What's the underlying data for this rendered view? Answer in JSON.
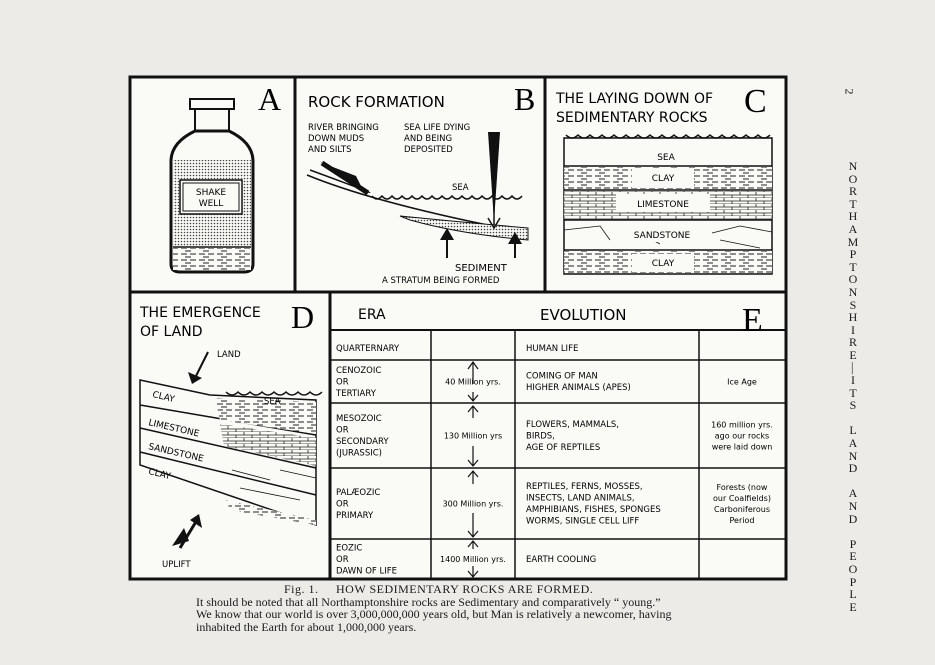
{
  "panels": {
    "a": {
      "letter": "A",
      "label_line1": "SHAKE",
      "label_line2": "WELL"
    },
    "b": {
      "letter": "B",
      "title": "ROCK FORMATION",
      "river_1": "RIVER BRINGING",
      "river_2": "DOWN MUDS",
      "river_3": "AND SILTS",
      "sealife_1": "SEA LIFE DYING",
      "sealife_2": "AND BEING",
      "sealife_3": "DEPOSITED",
      "sea": "SEA",
      "sediment": "SEDIMENT",
      "stratum": "A STRATUM BEING FORMED"
    },
    "c": {
      "letter": "C",
      "title_1": "THE LAYING DOWN OF",
      "title_2": "SEDIMENTARY ROCKS",
      "layers": [
        "SEA",
        "CLAY",
        "LIMESTONE",
        "SANDSTONE",
        "CLAY"
      ]
    },
    "d": {
      "letter": "D",
      "title_1": "THE EMERGENCE",
      "title_2": "OF LAND",
      "land": "LAND",
      "sea": "SEA",
      "uplift": "UPLIFT",
      "layers": [
        "CLAY",
        "LIMESTONE",
        "SANDSTONE",
        "CLAY"
      ]
    },
    "e": {
      "letter": "E",
      "head_era": "ERA",
      "head_evolution": "EVOLUTION",
      "rows": [
        {
          "era": [
            "QUARTERNARY"
          ],
          "span": "",
          "evolution": [
            "HUMAN LIFE"
          ],
          "note": []
        },
        {
          "era": [
            "CENOZOIC",
            "OR",
            "TERTIARY"
          ],
          "span": "40 Million yrs.",
          "evolution": [
            "COMING OF MAN",
            "HIGHER ANIMALS (APES)"
          ],
          "note": [
            "Ice Age"
          ]
        },
        {
          "era": [
            "MESOZOIC",
            "OR",
            "SECONDARY",
            "(JURASSIC)"
          ],
          "span": "130 Million yrs",
          "evolution": [
            "FLOWERS, MAMMALS,",
            "BIRDS,",
            "AGE OF REPTILES"
          ],
          "note": [
            "160 million yrs.",
            "ago our rocks",
            "were laid down"
          ]
        },
        {
          "era": [
            "PALÆOZIC",
            "OR",
            "PRIMARY"
          ],
          "span": "300 Million yrs.",
          "evolution": [
            "REPTILES, FERNS, MOSSES,",
            "INSECTS, LAND ANIMALS,",
            "AMPHIBIANS, FISHES, SPONGES",
            "WORMS, SINGLE CELL LIFF"
          ],
          "note": [
            "Forests (now",
            "our Coalfields)",
            "Carboniferous",
            "Period"
          ]
        },
        {
          "era": [
            "EOZIC",
            "OR",
            "DAWN OF LIFE"
          ],
          "span": "1400 Million yrs.",
          "evolution": [
            "EARTH COOLING"
          ],
          "note": []
        }
      ]
    }
  },
  "caption": {
    "title": "Fig. 1.     HOW SEDIMENTARY ROCKS ARE FORMED.",
    "line1": "It should be noted that all Northamptonshire rocks are Sedimentary and comparatively “ young.”",
    "line2": "We know that our world is over 3,000,000,000 years old, but Man is relatively a newcomer, having",
    "line3": "inhabited the Earth for about 1,000,000 years."
  },
  "side": {
    "page_number": "2",
    "running_head": "NORTHAMPTONSHIRE—ITS LAND AND PEOPLE"
  }
}
